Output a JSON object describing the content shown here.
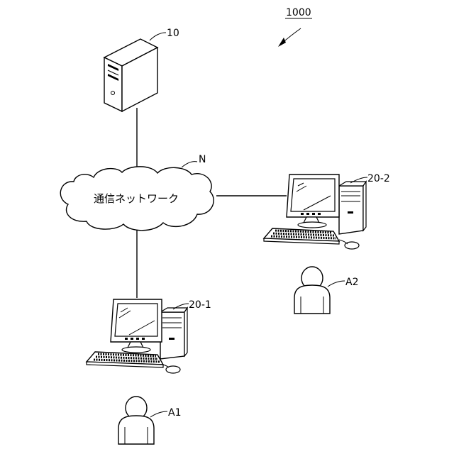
{
  "figure": {
    "ref_label": "1000",
    "server_label": "10",
    "network_letter": "N",
    "network_text": "通信ネットワーク",
    "terminal_1_label": "20-1",
    "terminal_2_label": "20-2",
    "user_1_label": "A1",
    "user_2_label": "A2"
  }
}
